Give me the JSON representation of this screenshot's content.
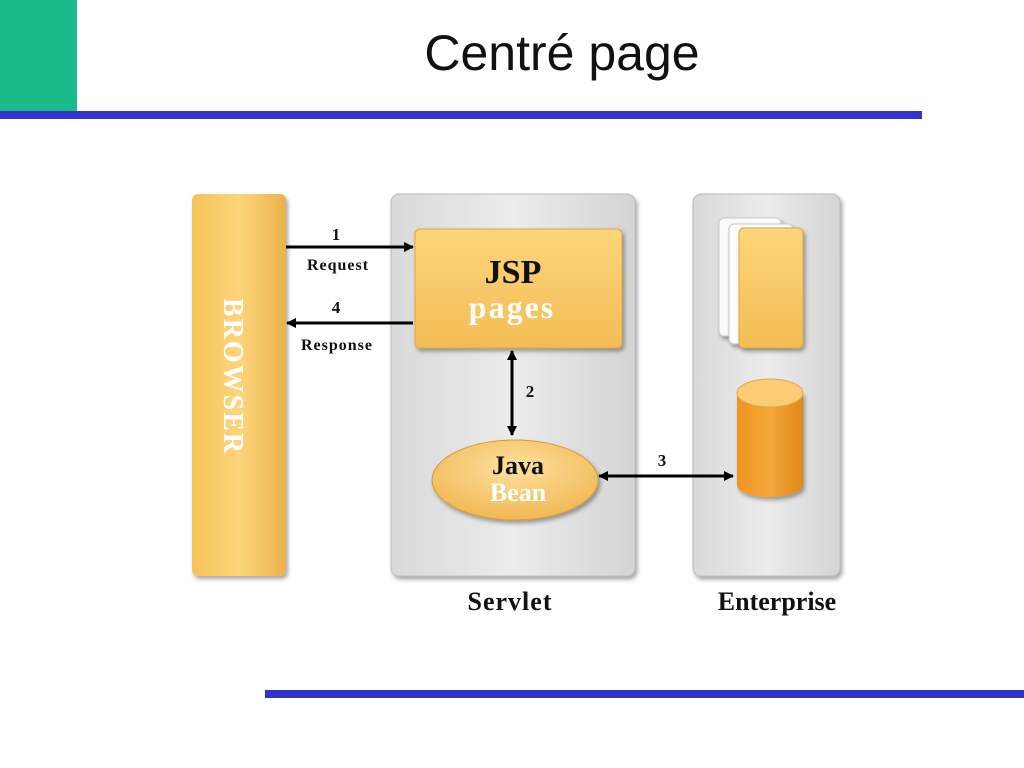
{
  "slide": {
    "title": "Centré page"
  },
  "colors": {
    "accent_green": "#1aba8a",
    "rule_blue": "#3333cc",
    "component_yellow": "#fbcd68",
    "database_orange": "#f29d27",
    "container_gray": "#e6e6e6"
  },
  "diagram": {
    "browser_label": "BROWSER",
    "jsp_title": "JSP",
    "jsp_subtitle": "pages",
    "bean_title": "Java",
    "bean_subtitle": "Bean",
    "servlet_label": "Servlet",
    "enterprise_label": "Enterprise",
    "arrows": [
      {
        "step": "1",
        "label": "Request"
      },
      {
        "step": "4",
        "label": "Response"
      },
      {
        "step": "2",
        "label": ""
      },
      {
        "step": "3",
        "label": ""
      }
    ]
  }
}
